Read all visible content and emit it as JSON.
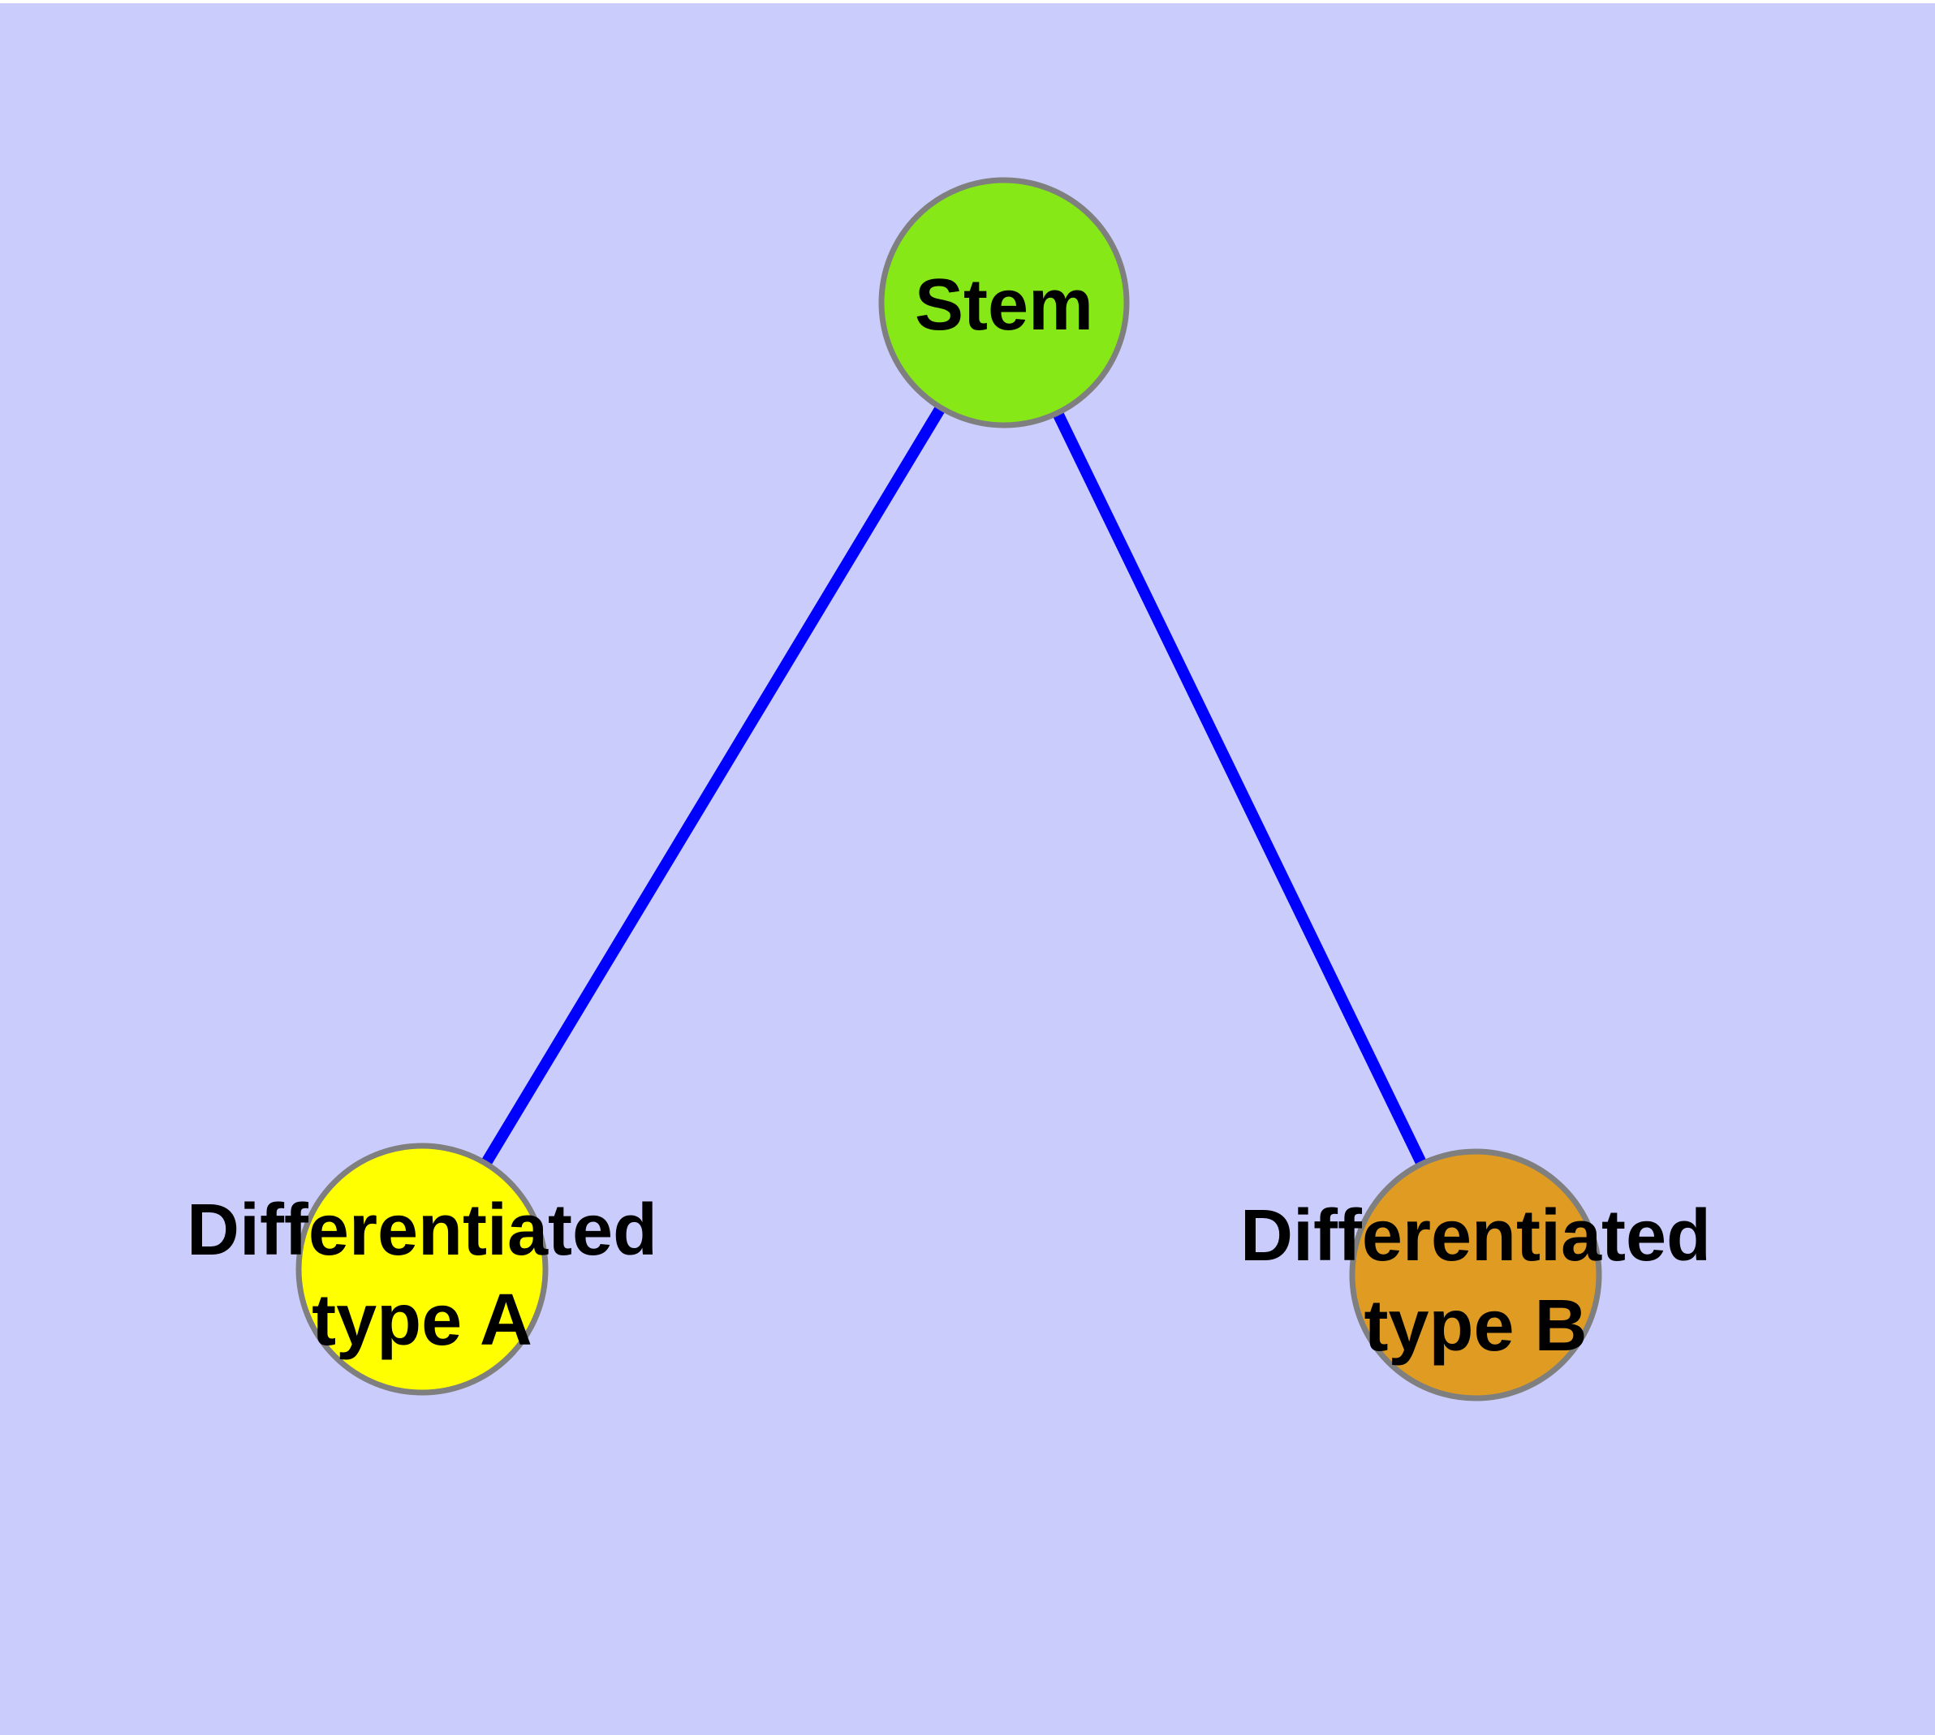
{
  "diagram": {
    "background_color": "#CACCFB",
    "top_margin_color": "#FFFFFF",
    "edge_color": "#0000FF",
    "node_border_color": "#7F7F7F",
    "label_color": "#000000",
    "nodes": [
      {
        "id": "stem",
        "label": "Stem",
        "fill": "#86E817"
      },
      {
        "id": "differentiated-type-a",
        "label_line1": "Differentiated",
        "label_line2": "type A",
        "fill": "#FFFF00"
      },
      {
        "id": "differentiated-type-b",
        "label_line1": "Differentiated",
        "label_line2": "type B",
        "fill": "#E09C22"
      }
    ],
    "edges": [
      {
        "from": "stem",
        "to": "differentiated-type-a"
      },
      {
        "from": "stem",
        "to": "differentiated-type-b"
      }
    ]
  }
}
